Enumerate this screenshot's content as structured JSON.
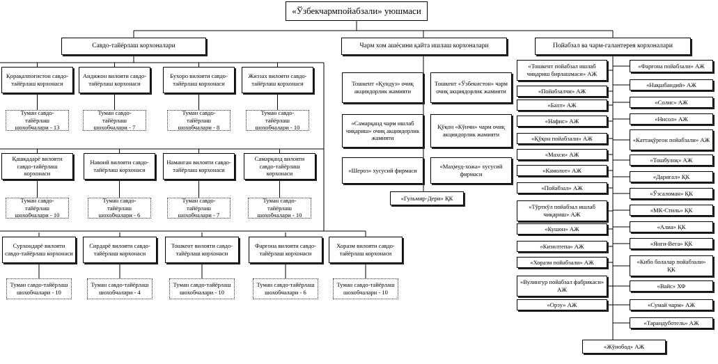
{
  "title": "«Ўзбекчармпойабзали» уюшмаси",
  "groups": {
    "trade": "Савдо-тайёрлаш корхоналари",
    "processing": "Чарм хом ашёсини қайта ишлаш корхоналари",
    "footwear": "Пойабзал ва чарм-галантерея корхоналари"
  },
  "trade_row1": [
    {
      "name": "Қорақалпоғистон савдо-тайёрлаш корхонаси",
      "sub": "Туман савдо-тайёрлаш шохобчалари - 13"
    },
    {
      "name": "Андижон вилояти савдо-тайёрлаш корхонаси",
      "sub": "Туман савдо-тайёрлаш шохобчалари - 7"
    },
    {
      "name": "Бухоро вилояти савдо-тайёрлаш корхонаси",
      "sub": "Туман савдо-тайёрлаш шохобчалари - 8"
    },
    {
      "name": "Жиззах вилояти савдо-тайёрлаш корхонаси",
      "sub": "Туман савдо-тайёрлаш шохобчалари - 10"
    }
  ],
  "trade_row2": [
    {
      "name": "Қашқадарё вилояти савдо-тайёрлаш корхонаси",
      "sub": "Туман савдо-тайёрлаш шохобчалари - 10"
    },
    {
      "name": "Навоий вилояти савдо-тайёрлаш корхонаси",
      "sub": "Туман савдо-тайёрлаш шохобчалари - 6"
    },
    {
      "name": "Наманган вилояти савдо-тайёрлаш корхонаси",
      "sub": "Туман савдо-тайёрлаш шохобчалари - 7"
    },
    {
      "name": "Самарқанд вилояти савдо-тайёрлаш корхонаси",
      "sub": "Туман савдо-тайёрлаш шохобчалари - 10"
    }
  ],
  "trade_row3": [
    {
      "name": "Сурхондарё вилояти савдо-тайёрлаш корхонаси",
      "sub": "Туман савдо-тайёрлаш шохобчалари - 10"
    },
    {
      "name": "Сирдарё вилояти савдо-тайёрлаш корхонаси",
      "sub": "Туман савдо-тайёрлаш шохобчалари - 4"
    },
    {
      "name": "Тошкент вилояти савдо-тайёрлаш корхонаси",
      "sub": "Туман савдо-тайёрлаш шохобчалари - 10"
    },
    {
      "name": "Фарғона вилояти савдо-тайёрлаш корхонаси",
      "sub": "Туман савдо-тайёрлаш шохобчалари - 6"
    },
    {
      "name": "Хоразм вилояти савдо-тайёрлаш корхонаси",
      "sub": "Туман савдо-тайёрлаш шохобчалари - 10"
    }
  ],
  "processing": [
    "Тошкент «Қундуз» очиқ акциядорлик жамияти",
    "Тошкент «Ўзбекистон» чарм очиқ акциядорлик жамияти",
    "«Самарқанд чарм ишлаб чиқариш» очиқ акциядорлик жамияти",
    "Қўқон «Кўнчи» чарм очиқ акциядорлик жамияти",
    "«Шероз» хусусий фирмаси",
    "«Маҳмуд-хожа» хусусий фирмаси",
    "«Гульмир-Дери» ҚК"
  ],
  "footwear_left": [
    "«Тошкент пойабзал ишлаб чиқариш бирлашмаси» АЖ",
    "«Пойабзалчи» АЖ",
    "«Бахт» АЖ",
    "«Нафис» АЖ",
    "«Қўқон пойабзали» АЖ",
    "«Махси» АЖ",
    "«Камолот» АЖ",
    "«Пойабзал» АЖ",
    "«Тўрткўл пойабзал ишлаб чиқариш» АЖ",
    "«Кушон» АЖ",
    "«Кизилтепа» АЖ",
    "«Хоразм пойабзали» АЖ",
    "«Вулингур пойабзал фабрикаси» АЖ",
    "«Орзу» АЖ"
  ],
  "footwear_right": [
    "«Фарғона пойабзали» АЖ",
    "«Нақшбандий» АЖ",
    "«Солис» АЖ",
    "«Нисол» АЖ",
    "«Каттақўрғон пойабзали» АЖ",
    "«Тошбулоқ» АЖ",
    "«Даригал» ҚК",
    "«Ўзсаломан» ҚК",
    "«МК-Стиль» ҚК",
    "«Алиа» ҚК",
    "«Янги-Вега» ҚК",
    "«Кибо болалар пойабзали» ҚК",
    "«Вайс» ХФ",
    "«Сумай чарм» АЖ",
    "«Тарандуботель» АЖ"
  ],
  "footwear_bottom": "«Жўнобод» АЖ"
}
